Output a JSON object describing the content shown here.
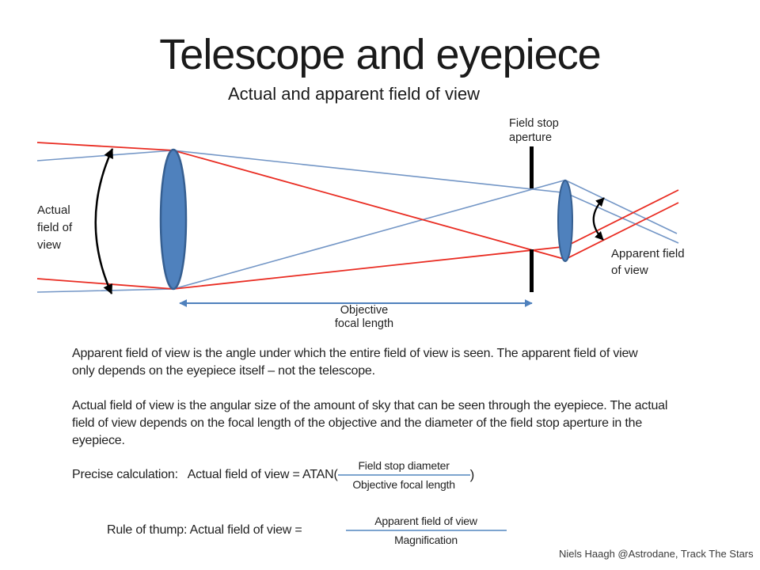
{
  "slide": {
    "title": "Telescope and eyepiece",
    "subtitle": "Actual and apparent field of view"
  },
  "diagram": {
    "labels": {
      "field_stop": "Field stop\naperture",
      "actual_fov": "Actual\nfield of\nview",
      "apparent_fov": "Apparent field\nof view",
      "objective_focal": "Objective\nfocal length"
    },
    "colors": {
      "ray_red": "#e92c22",
      "ray_blue": "#7396c6",
      "lens_fill": "#4f81bd",
      "lens_stroke": "#365f91",
      "annotation_black": "#000000",
      "arrow_blue": "#4f81bd",
      "fraction_bar": "#7da4cf"
    }
  },
  "paragraphs": {
    "apparent": "Apparent field of view is the angle under which the entire field of view is seen. The apparent field of view\nonly depends on the eyepiece itself – not the telescope.",
    "actual": "Actual field of view is the angular size of the amount of sky that can be seen through the eyepiece. The actual\nfield of view depends on the focal length of the objective and the diameter of the field stop aperture in the\neyepiece."
  },
  "formulas": {
    "precise": {
      "lead": "Precise calculation:   Actual field of view = ATAN(",
      "numerator": "Field stop diameter",
      "denominator": "Objective focal length",
      "close_paren": ")"
    },
    "rule": {
      "lead": "Rule of thump: Actual field of view =",
      "numerator": "Apparent field of view",
      "denominator": "Magnification"
    }
  },
  "credit": "Niels Haagh @Astrodane, Track The Stars"
}
